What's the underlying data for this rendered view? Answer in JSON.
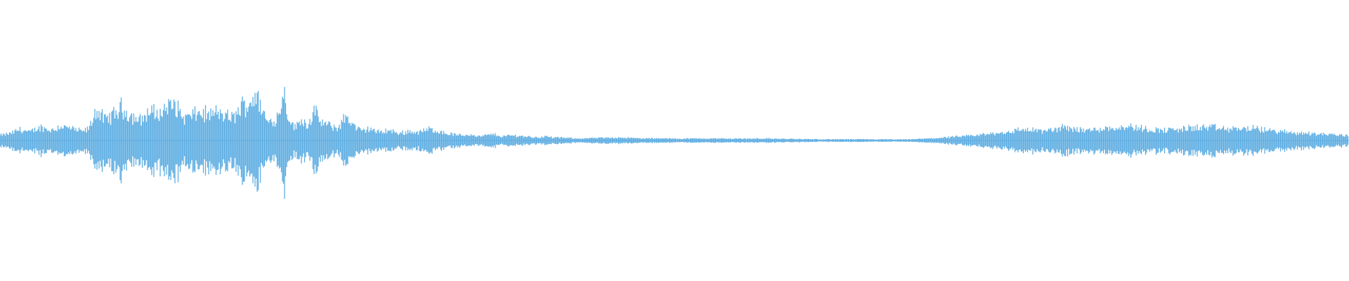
{
  "waveform": {
    "color": "#5dade2",
    "background": "#ffffff",
    "amplitude_envelope": [
      [
        0.0,
        0.05
      ],
      [
        0.008,
        0.07
      ],
      [
        0.015,
        0.11
      ],
      [
        0.022,
        0.08
      ],
      [
        0.03,
        0.13
      ],
      [
        0.038,
        0.1
      ],
      [
        0.045,
        0.14
      ],
      [
        0.052,
        0.12
      ],
      [
        0.06,
        0.09
      ],
      [
        0.066,
        0.11
      ],
      [
        0.071,
        0.3
      ],
      [
        0.078,
        0.2
      ],
      [
        0.084,
        0.25
      ],
      [
        0.09,
        0.32
      ],
      [
        0.097,
        0.24
      ],
      [
        0.104,
        0.2
      ],
      [
        0.111,
        0.28
      ],
      [
        0.118,
        0.26
      ],
      [
        0.124,
        0.33
      ],
      [
        0.13,
        0.35
      ],
      [
        0.136,
        0.22
      ],
      [
        0.142,
        0.24
      ],
      [
        0.148,
        0.27
      ],
      [
        0.155,
        0.25
      ],
      [
        0.161,
        0.27
      ],
      [
        0.167,
        0.24
      ],
      [
        0.173,
        0.22
      ],
      [
        0.179,
        0.33
      ],
      [
        0.185,
        0.37
      ],
      [
        0.189,
        0.45
      ],
      [
        0.193,
        0.35
      ],
      [
        0.198,
        0.18
      ],
      [
        0.203,
        0.2
      ],
      [
        0.207,
        0.25
      ],
      [
        0.21,
        0.52
      ],
      [
        0.214,
        0.22
      ],
      [
        0.219,
        0.12
      ],
      [
        0.223,
        0.21
      ],
      [
        0.228,
        0.15
      ],
      [
        0.233,
        0.28
      ],
      [
        0.238,
        0.18
      ],
      [
        0.243,
        0.15
      ],
      [
        0.25,
        0.12
      ],
      [
        0.257,
        0.24
      ],
      [
        0.262,
        0.15
      ],
      [
        0.268,
        0.09
      ],
      [
        0.274,
        0.12
      ],
      [
        0.28,
        0.08
      ],
      [
        0.288,
        0.1
      ],
      [
        0.296,
        0.07
      ],
      [
        0.303,
        0.09
      ],
      [
        0.31,
        0.08
      ],
      [
        0.318,
        0.11
      ],
      [
        0.324,
        0.1
      ],
      [
        0.33,
        0.07
      ],
      [
        0.336,
        0.06
      ],
      [
        0.343,
        0.05
      ],
      [
        0.35,
        0.06
      ],
      [
        0.355,
        0.04
      ],
      [
        0.36,
        0.05
      ],
      [
        0.366,
        0.06
      ],
      [
        0.372,
        0.04
      ],
      [
        0.38,
        0.05
      ],
      [
        0.39,
        0.04
      ],
      [
        0.398,
        0.03
      ],
      [
        0.404,
        0.04
      ],
      [
        0.41,
        0.03
      ],
      [
        0.42,
        0.025
      ],
      [
        0.43,
        0.02
      ],
      [
        0.445,
        0.025
      ],
      [
        0.46,
        0.03
      ],
      [
        0.475,
        0.02
      ],
      [
        0.49,
        0.02
      ],
      [
        0.505,
        0.018
      ],
      [
        0.525,
        0.02
      ],
      [
        0.545,
        0.018
      ],
      [
        0.565,
        0.02
      ],
      [
        0.585,
        0.015
      ],
      [
        0.61,
        0.012
      ],
      [
        0.64,
        0.012
      ],
      [
        0.67,
        0.01
      ],
      [
        0.69,
        0.02
      ],
      [
        0.7,
        0.03
      ],
      [
        0.715,
        0.04
      ],
      [
        0.73,
        0.06
      ],
      [
        0.745,
        0.08
      ],
      [
        0.76,
        0.11
      ],
      [
        0.775,
        0.09
      ],
      [
        0.79,
        0.13
      ],
      [
        0.805,
        0.1
      ],
      [
        0.82,
        0.12
      ],
      [
        0.835,
        0.14
      ],
      [
        0.85,
        0.11
      ],
      [
        0.865,
        0.1
      ],
      [
        0.88,
        0.12
      ],
      [
        0.895,
        0.13
      ],
      [
        0.91,
        0.11
      ],
      [
        0.925,
        0.12
      ],
      [
        0.94,
        0.1
      ],
      [
        0.955,
        0.08
      ],
      [
        0.97,
        0.07
      ],
      [
        0.985,
        0.06
      ],
      [
        1.0,
        0.05
      ]
    ]
  }
}
